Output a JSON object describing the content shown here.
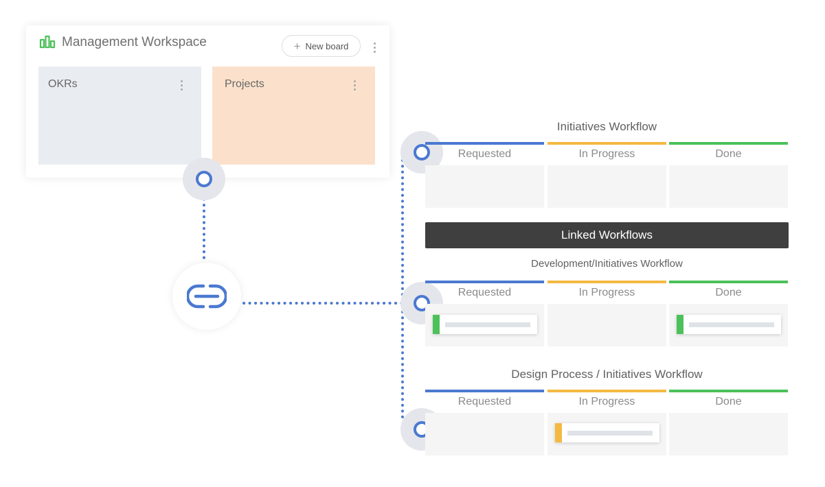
{
  "workspace": {
    "title": "Management Workspace",
    "new_board_label": "New board",
    "plus_icon": "+",
    "boards": [
      {
        "label": "OKRs",
        "color": "#e9edf1"
      },
      {
        "label": "Projects",
        "color": "#fbe1cb"
      }
    ]
  },
  "colors": {
    "requested": "#4b79d0",
    "in_progress": "#f4b942",
    "done": "#4cc15a",
    "connector": "#4b79d0",
    "banner": "#3f3f3f"
  },
  "workflows": {
    "initiatives": {
      "title": "Initiatives Workflow",
      "columns": [
        "Requested",
        "In Progress",
        "Done"
      ]
    },
    "linked_banner": "Linked Workflows",
    "development": {
      "title": "Development/Initiatives Workflow",
      "columns": [
        "Requested",
        "In Progress",
        "Done"
      ]
    },
    "design": {
      "title": "Design Process / Initiatives Workflow",
      "columns": [
        "Requested",
        "In Progress",
        "Done"
      ]
    }
  }
}
